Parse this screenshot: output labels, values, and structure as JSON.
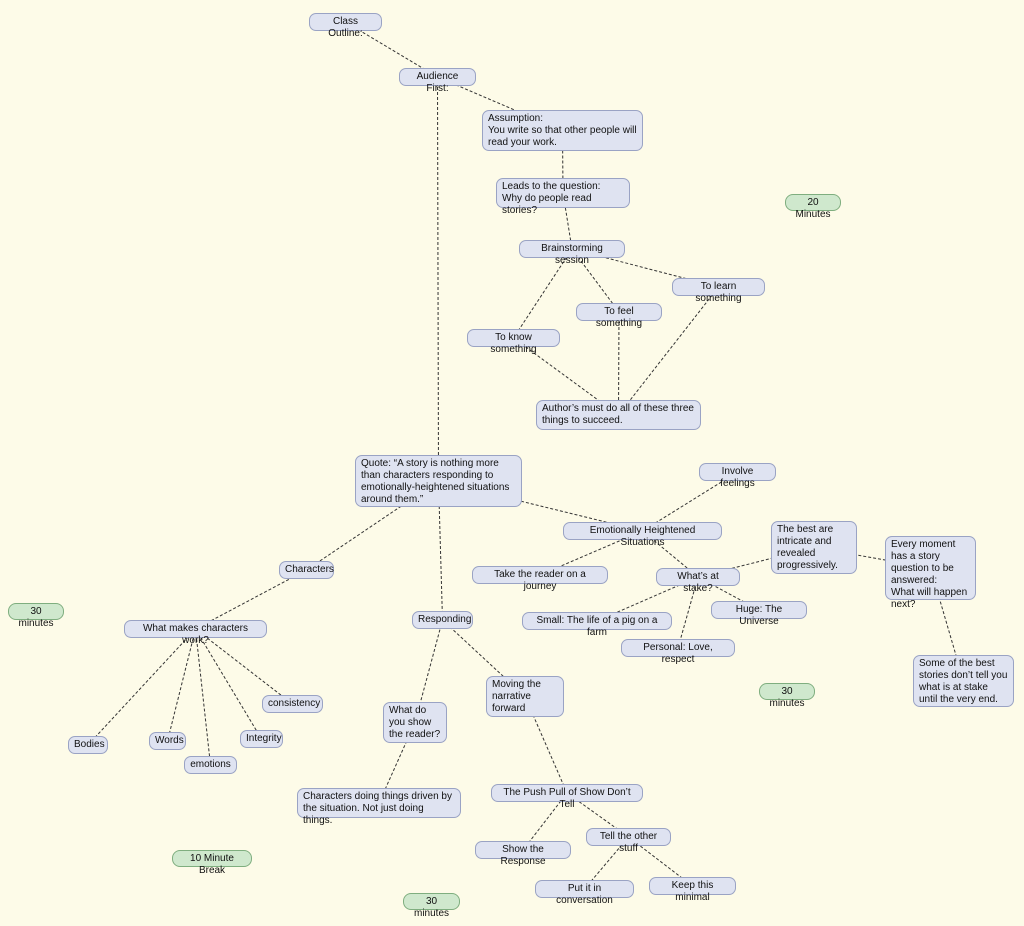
{
  "nodes": {
    "class_outline": "Class Outline:",
    "audience_first": "Audience First:",
    "assumption": "Assumption:\nYou write so that other people will read your work.",
    "leads_question": "Leads to the question:\nWhy do people read stories?",
    "brainstorming": "Brainstorming session",
    "to_learn": "To learn something",
    "to_feel": "To feel something",
    "to_know": "To know something",
    "authors_must": "Author’s must do all of these three things to succeed.",
    "quote": "Quote: “A story is nothing more than characters responding to emotionally-heightened situations around them.”",
    "involve_feelings": "Involve feelings",
    "emotionally_heightened": "Emotionally Heightened Situations",
    "best_are": "The best are intricate and revealed progressively.",
    "every_moment": "Every moment has a story question to be answered:\nWhat will happen next?",
    "take_reader": "Take the reader on a journey",
    "whats_at_stake": "What’s at stake?",
    "small": "Small: The life of a pig on a farm",
    "huge": "Huge: The Universe",
    "personal": "Personal: Love, respect",
    "some_best": "Some of the best stories don’t tell you what is at stake until the very end.",
    "characters": "Characters",
    "what_makes": "What makes characters work?",
    "consistency": "consistency",
    "integrity": "Integrity",
    "words": "Words",
    "bodies": "Bodies",
    "emotions": "emotions",
    "responding": "Responding",
    "what_show": "What do you show the reader?",
    "moving_narrative": "Moving the narrative forward",
    "characters_doing": "Characters doing things driven by the situation. Not just doing things.",
    "push_pull": "The Push Pull of Show Don’t Tell",
    "show_response": "Show the Response",
    "tell_other": "Tell the other stuff",
    "put_conversation": "Put it in conversation",
    "keep_minimal": "Keep this minimal"
  },
  "time_labels": {
    "t20": "20 Minutes",
    "t30_left": "30 minutes",
    "t30_right": "30 minutes",
    "t10": "10 Minute Break",
    "t30_bottom": "30 minutes"
  },
  "edges": [
    [
      "class_outline",
      "audience_first"
    ],
    [
      "audience_first",
      "assumption"
    ],
    [
      "audience_first",
      "quote"
    ],
    [
      "assumption",
      "leads_question"
    ],
    [
      "leads_question",
      "brainstorming"
    ],
    [
      "brainstorming",
      "to_learn"
    ],
    [
      "brainstorming",
      "to_feel"
    ],
    [
      "brainstorming",
      "to_know"
    ],
    [
      "to_know",
      "authors_must"
    ],
    [
      "to_feel",
      "authors_must"
    ],
    [
      "to_learn",
      "authors_must"
    ],
    [
      "quote",
      "emotionally_heightened"
    ],
    [
      "quote",
      "characters"
    ],
    [
      "quote",
      "responding"
    ],
    [
      "emotionally_heightened",
      "involve_feelings"
    ],
    [
      "emotionally_heightened",
      "take_reader"
    ],
    [
      "emotionally_heightened",
      "whats_at_stake"
    ],
    [
      "whats_at_stake",
      "best_are"
    ],
    [
      "whats_at_stake",
      "small"
    ],
    [
      "whats_at_stake",
      "personal"
    ],
    [
      "whats_at_stake",
      "huge"
    ],
    [
      "best_are",
      "every_moment"
    ],
    [
      "every_moment",
      "some_best"
    ],
    [
      "characters",
      "what_makes"
    ],
    [
      "what_makes",
      "bodies"
    ],
    [
      "what_makes",
      "words"
    ],
    [
      "what_makes",
      "emotions"
    ],
    [
      "what_makes",
      "integrity"
    ],
    [
      "what_makes",
      "consistency"
    ],
    [
      "responding",
      "what_show"
    ],
    [
      "responding",
      "moving_narrative"
    ],
    [
      "what_show",
      "characters_doing"
    ],
    [
      "moving_narrative",
      "push_pull"
    ],
    [
      "push_pull",
      "show_response"
    ],
    [
      "push_pull",
      "tell_other"
    ],
    [
      "tell_other",
      "put_conversation"
    ],
    [
      "tell_other",
      "keep_minimal"
    ]
  ]
}
